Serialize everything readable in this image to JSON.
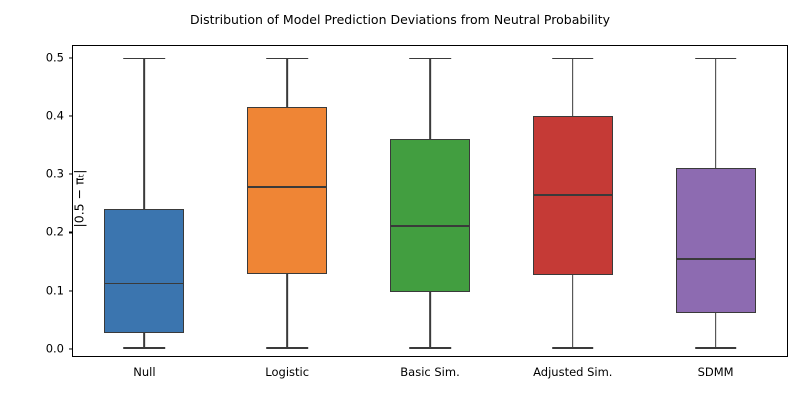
{
  "chart_data": {
    "type": "box",
    "title": "Distribution of Model Prediction Deviations from Neutral Probability",
    "xlabel": "",
    "ylabel": "|0.5 − πₜ|",
    "ylim": [
      -0.012,
      0.52
    ],
    "yticks": [
      0.0,
      0.1,
      0.2,
      0.3,
      0.4,
      0.5
    ],
    "ytick_labels": [
      "0.0",
      "0.1",
      "0.2",
      "0.3",
      "0.4",
      "0.5"
    ],
    "grid": false,
    "legend": "none",
    "categories": [
      "Null",
      "Logistic",
      "Basic Sim.",
      "Adjusted Sim.",
      "SDMM"
    ],
    "boxes": [
      {
        "category": "Null",
        "color": "#3b75af",
        "whisker_low": 0.003,
        "q1": 0.028,
        "median": 0.114,
        "q3": 0.24,
        "whisker_high": 0.5
      },
      {
        "category": "Logistic",
        "color": "#ef8535",
        "whisker_low": 0.003,
        "q1": 0.129,
        "median": 0.279,
        "q3": 0.415,
        "whisker_high": 0.5
      },
      {
        "category": "Basic Sim.",
        "color": "#429e40",
        "whisker_low": 0.003,
        "q1": 0.098,
        "median": 0.213,
        "q3": 0.36,
        "whisker_high": 0.5
      },
      {
        "category": "Adjusted Sim.",
        "color": "#c53a36",
        "whisker_low": 0.003,
        "q1": 0.127,
        "median": 0.266,
        "q3": 0.4,
        "whisker_high": 0.5
      },
      {
        "category": "SDMM",
        "color": "#8d6bb1",
        "whisker_low": 0.003,
        "q1": 0.062,
        "median": 0.156,
        "q3": 0.31,
        "whisker_high": 0.5
      }
    ]
  }
}
